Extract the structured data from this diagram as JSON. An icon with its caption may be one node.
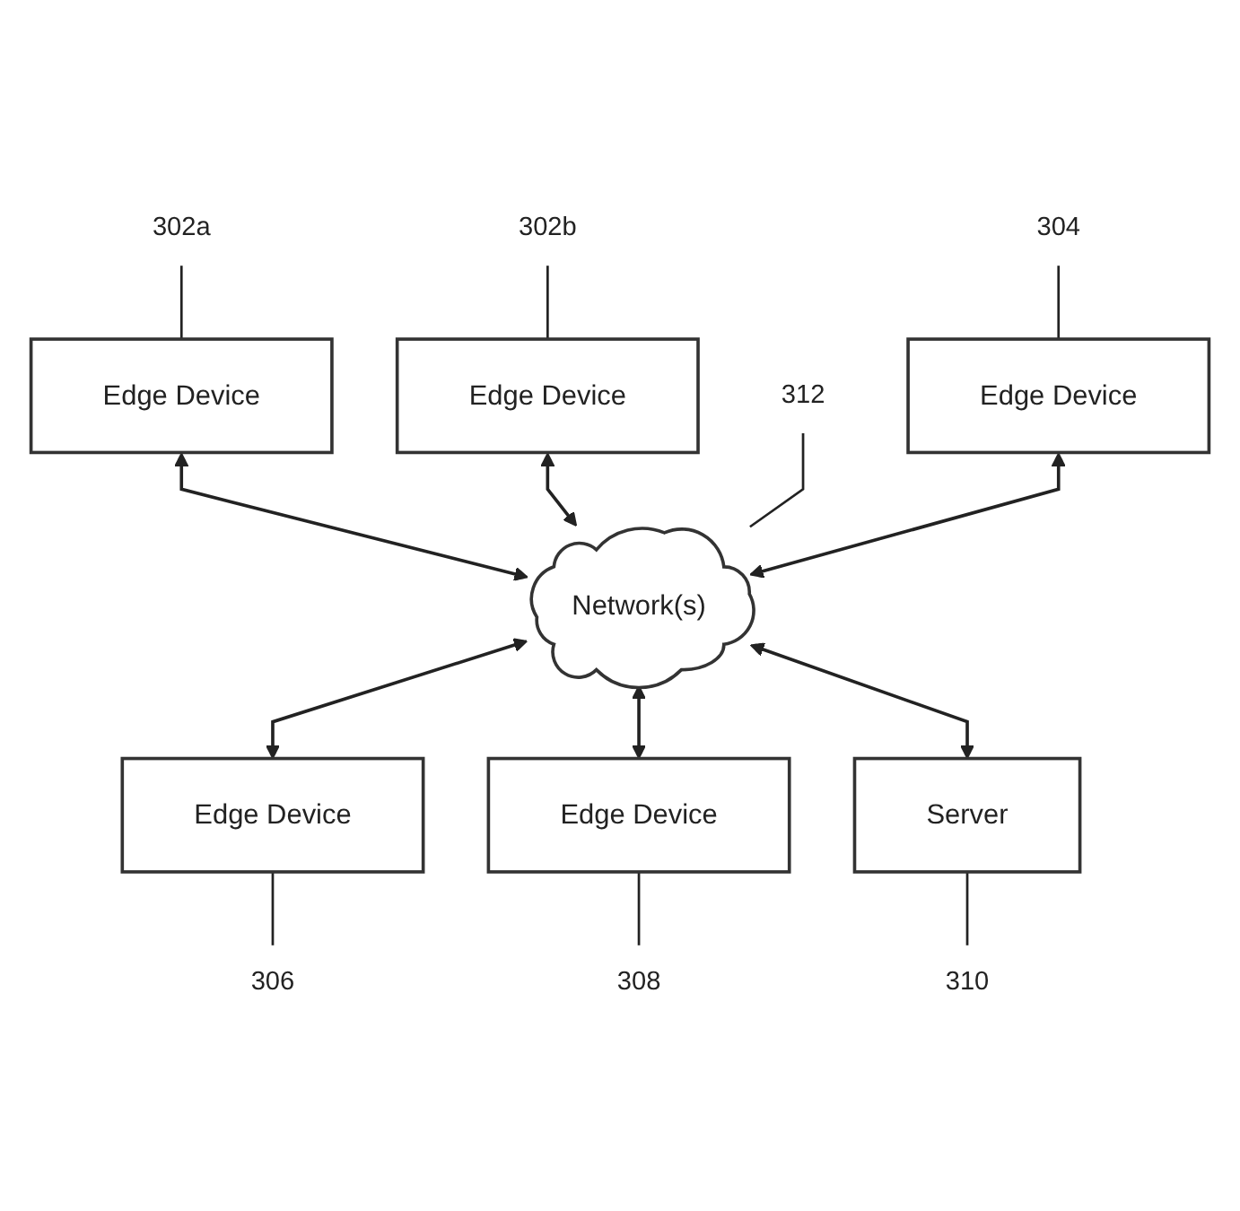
{
  "diagram": {
    "nodes": [
      {
        "text": [
          "302a"
        ]
      },
      {
        "text": [
          "302b"
        ]
      },
      {
        "text": [
          "Edge Device"
        ]
      },
      {
        "text": [
          "Edge Device"
        ]
      },
      {
        "text": [
          "304"
        ]
      },
      {
        "text": [
          "306"
        ]
      },
      {
        "text": [
          "312"
        ]
      },
      {
        "text": [
          "Edge Device"
        ]
      },
      {
        "text": [
          "Network(s)"
        ]
      },
      {
        "text": [
          "Edge Device"
        ]
      },
      {
        "text": [
          "308"
        ]
      },
      {
        "text": [
          "310"
        ]
      },
      {
        "text": [
          "Edge Device"
        ]
      },
      {
        "text": [
          "Server"
        ]
      }
    ],
    "edges": [
      {
        "from": 0,
        "to": 2,
        "arrow": "none"
      },
      {
        "from": 1,
        "to": 3,
        "arrow": "none"
      },
      {
        "from": 2,
        "to": 8,
        "arrow": "both"
      },
      {
        "from": 3,
        "to": 8,
        "arrow": "both"
      },
      {
        "from": 4,
        "to": 7,
        "arrow": "none"
      },
      {
        "from": 9,
        "to": 5,
        "arrow": "none"
      },
      {
        "from": 6,
        "to": 8,
        "arrow": "none"
      },
      {
        "from": 7,
        "to": 8,
        "arrow": "both"
      },
      {
        "from": 8,
        "to": 9,
        "arrow": "both"
      },
      {
        "from": 12,
        "to": 10,
        "arrow": "none"
      },
      {
        "from": 13,
        "to": 11,
        "arrow": "none"
      },
      {
        "from": 8,
        "to": 12,
        "arrow": "both"
      },
      {
        "from": 8,
        "to": 13,
        "arrow": "both"
      }
    ]
  }
}
